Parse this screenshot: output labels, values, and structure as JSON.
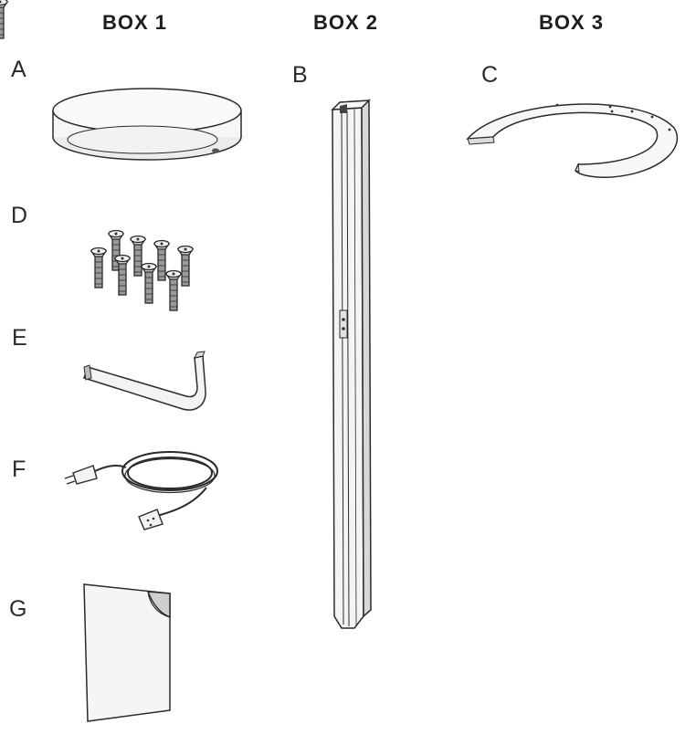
{
  "boxes": [
    {
      "title": "BOX 1"
    },
    {
      "title": "BOX 2"
    },
    {
      "title": "BOX 3"
    }
  ],
  "parts": {
    "a": {
      "letter": "A",
      "icon": "lamp-head-icon"
    },
    "b": {
      "letter": "B",
      "icon": "pole-icon"
    },
    "c": {
      "letter": "C",
      "icon": "base-ring-icon"
    },
    "d": {
      "letter": "D",
      "icon": "screws-icon",
      "count": 8
    },
    "e": {
      "letter": "E",
      "icon": "allen-key-icon"
    },
    "f": {
      "letter": "F",
      "icon": "power-cable-icon"
    },
    "g": {
      "letter": "G",
      "icon": "adhesive-sheet-icon"
    }
  },
  "colors": {
    "line": "#2b2b2b",
    "fill": "#f4f4f4",
    "shade": "#dcdcdc"
  }
}
